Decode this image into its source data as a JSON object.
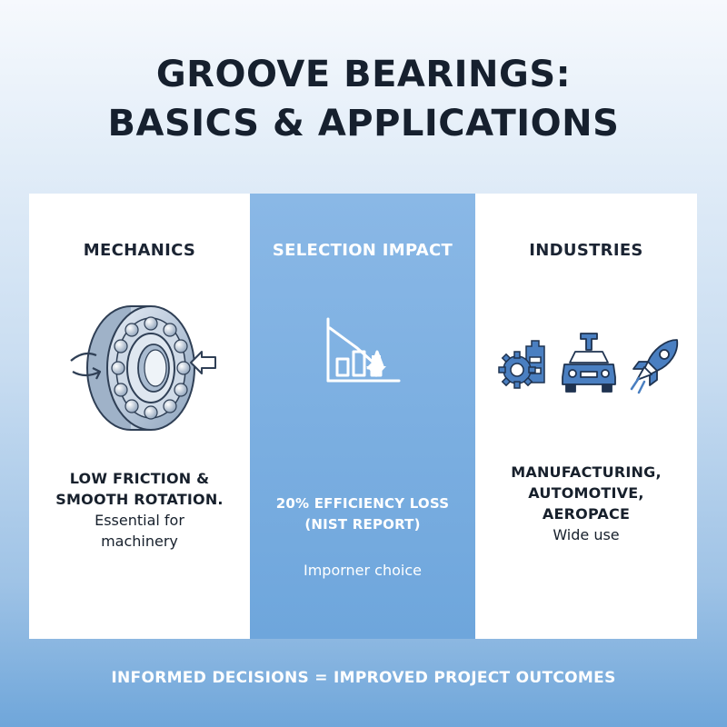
{
  "title": {
    "line1": "GROOVE BEARINGS:",
    "line2": "BASICS & APPLICATIONS"
  },
  "colors": {
    "accent": "#6ea6dc",
    "icon_blue": "#4a7fc1",
    "text_dark": "#17202c"
  },
  "panels": {
    "mechanics": {
      "title": "MECHANICS",
      "icon": "ball-bearing-icon",
      "line1": "LOW FRICTION &",
      "line2": "SMOOTH ROTATION.",
      "line3": "Essential for",
      "line4": "machinery"
    },
    "selection": {
      "title": "SELECTION IMPACT",
      "icon": "declining-chart-icon",
      "line1": "20% EFFICIENCY LOSS",
      "line2": "(NIST REPORT)",
      "line3": "Imporner choice"
    },
    "industries": {
      "title": "INDUSTRIES",
      "icons": [
        "gear-factory-icon",
        "car-icon",
        "rocket-icon"
      ],
      "line1": "MANUFACTURING,",
      "line2": "AUTOMOTIVE,",
      "line3": "AEROPACE",
      "line4": "Wide use"
    }
  },
  "footer": "INFORMED DECISIONS = IMPROVED PROJECT OUTCOMES"
}
